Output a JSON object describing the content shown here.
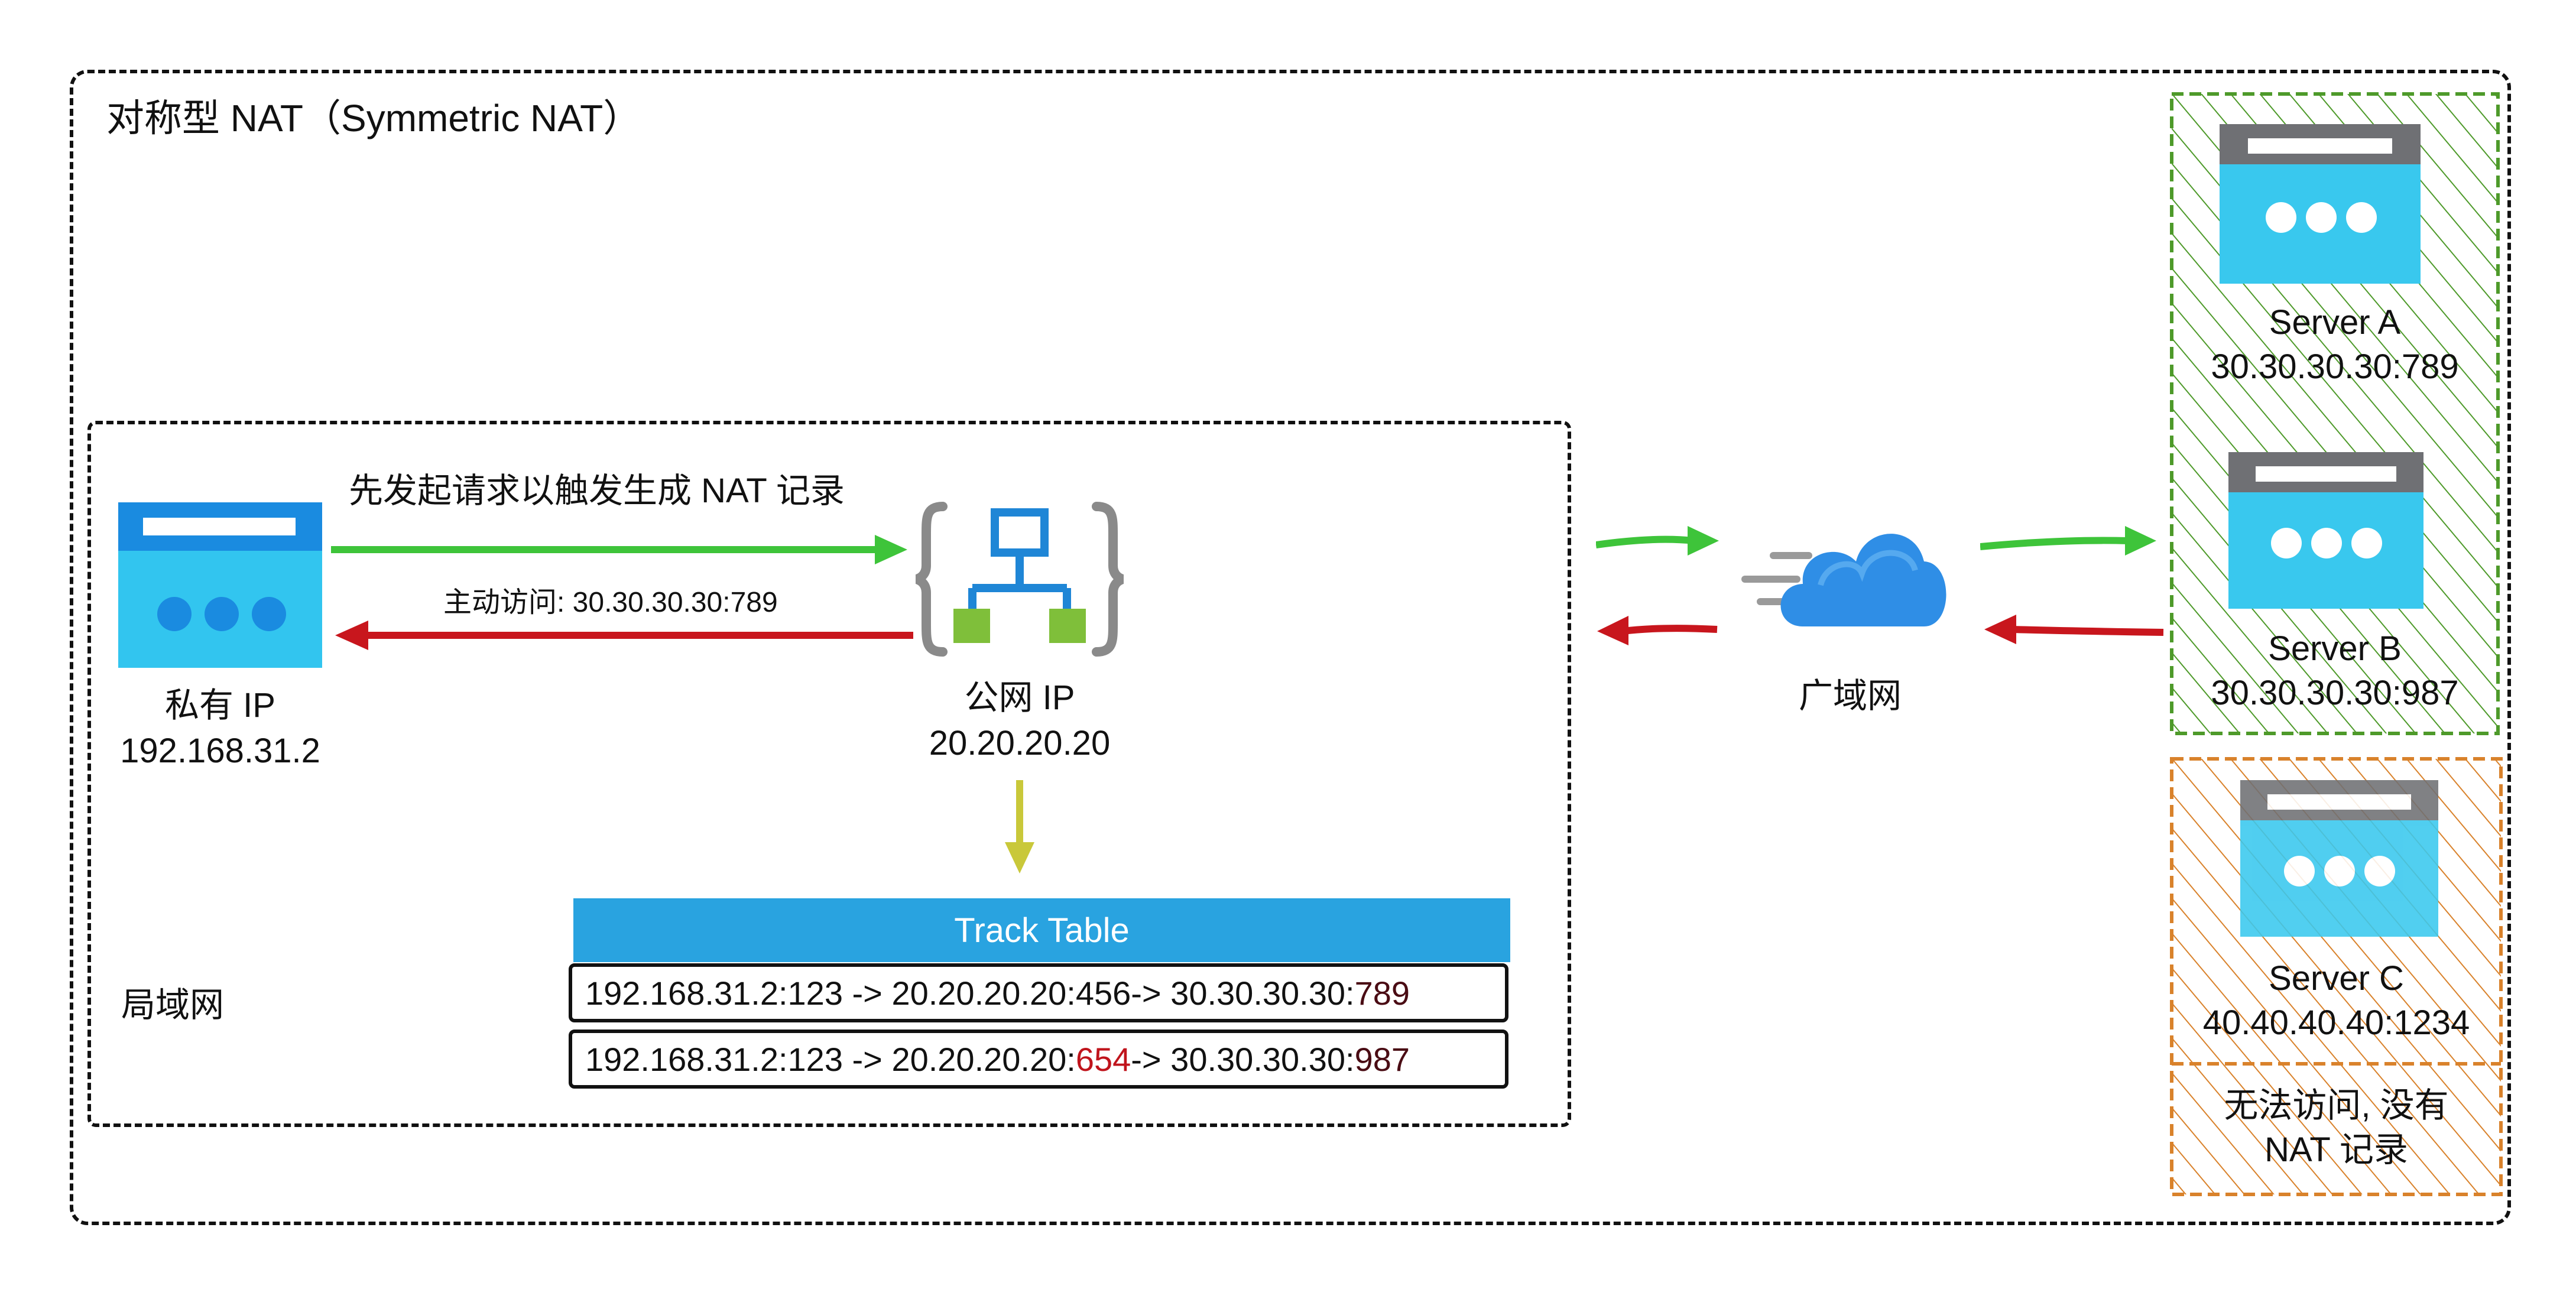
{
  "title": "对称型 NAT（Symmetric NAT）",
  "lan_label": "局域网",
  "private_host": {
    "label": "私有 IP",
    "ip": "192.168.31.2"
  },
  "nat_router": {
    "label": "公网 IP",
    "ip": "20.20.20.20"
  },
  "wan_label": "广域网",
  "arrow_request_label": "先发起请求以触发生成 NAT 记录",
  "arrow_response_label": "主动访问: 30.30.30.30:789",
  "track_table": {
    "header": "Track Table",
    "rows": [
      {
        "prefix": "192.168.31.2:123 -> 20.20.20.20:",
        "port": "456",
        "suffix": " -> 30.30.30.30:",
        "dest_port": "789"
      },
      {
        "prefix": "192.168.31.2:123 -> 20.20.20.20:",
        "port": "654",
        "suffix": " -> 30.30.30.30:",
        "dest_port": "987"
      }
    ]
  },
  "servers": [
    {
      "name": "Server A",
      "addr": "30.30.30.30:789"
    },
    {
      "name": "Server B",
      "addr": "30.30.30.30:987"
    },
    {
      "name": "Server C",
      "addr": "40.40.40.40:1234"
    }
  ],
  "blocked_note": {
    "line1": "无法访问, 没有",
    "line2": "NAT 记录"
  },
  "colors": {
    "request_arrow": "#3ec43a",
    "response_arrow": "#c8161d",
    "table_arrow": "#c9c83a",
    "allowed_zone": "#4e9a2a",
    "blocked_zone": "#d9822b",
    "table_header": "#29a3e0"
  }
}
